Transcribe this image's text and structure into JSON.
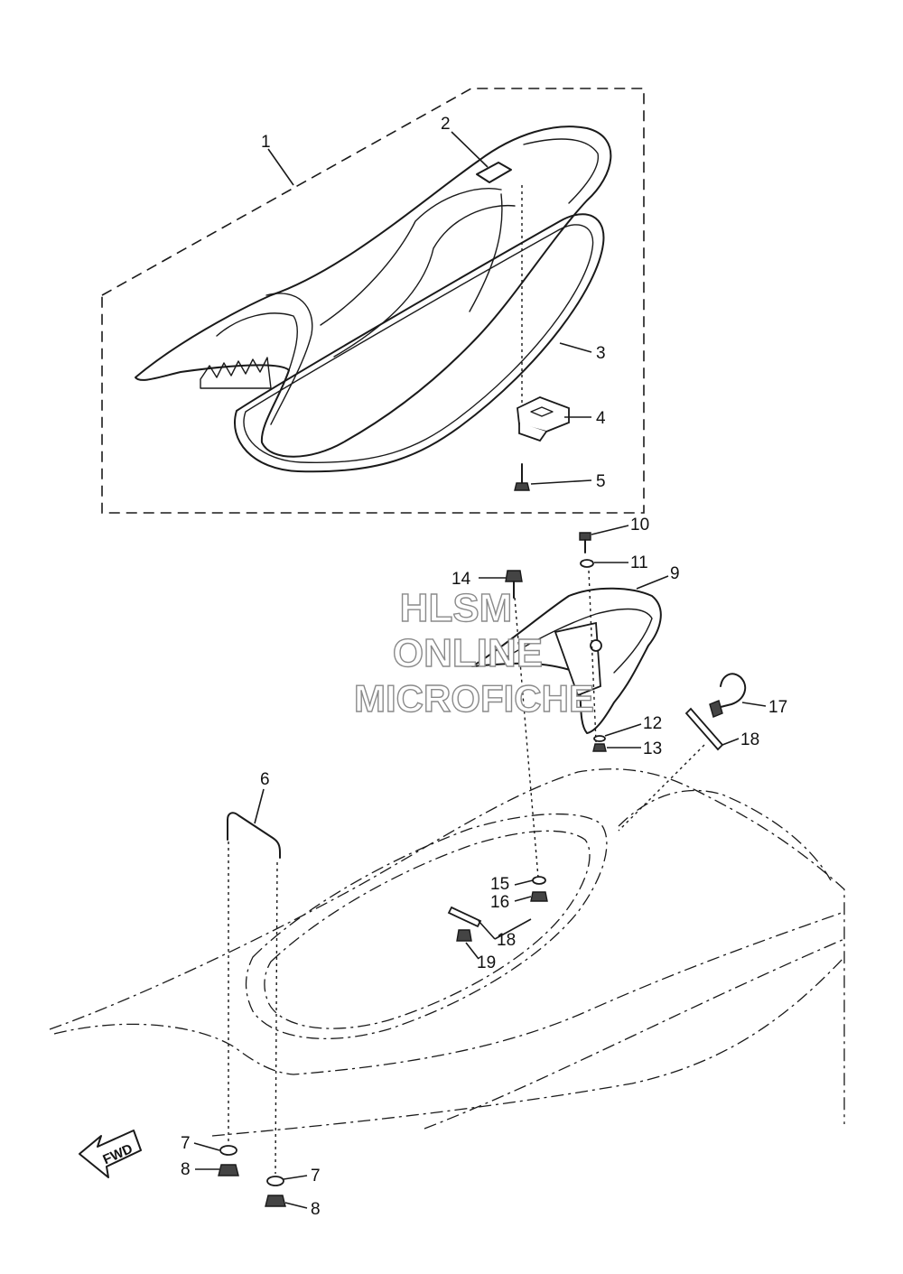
{
  "watermark": {
    "line1": "HLSM",
    "line2": "ONLINE",
    "line3": "MICROFICHE"
  },
  "direction_label": "FWD",
  "callouts": [
    "1",
    "2",
    "3",
    "4",
    "5",
    "6",
    "7",
    "7",
    "8",
    "8",
    "9",
    "10",
    "11",
    "12",
    "13",
    "14",
    "15",
    "16",
    "17",
    "18",
    "18",
    "19"
  ]
}
